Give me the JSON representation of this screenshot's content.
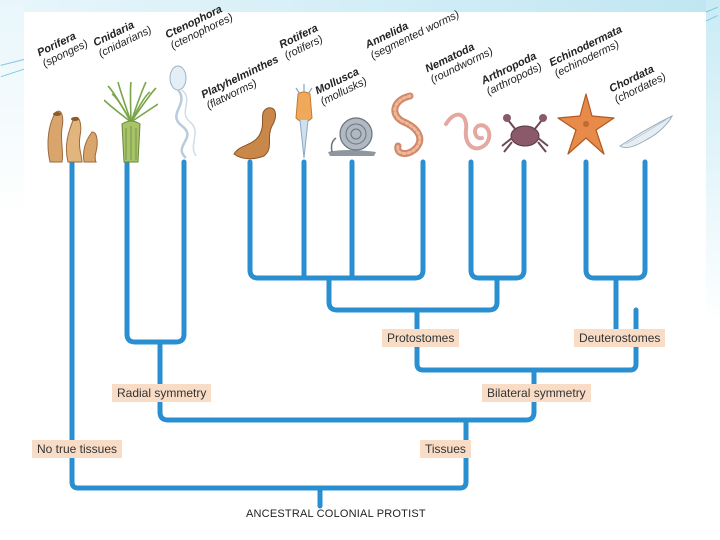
{
  "taxa": [
    {
      "name": "Porifera",
      "common": "(sponges)"
    },
    {
      "name": "Cnidaria",
      "common": "(cnidarians)"
    },
    {
      "name": "Ctenophora",
      "common": "(ctenophores)"
    },
    {
      "name": "Platyhelminthes",
      "common": "(flatworms)"
    },
    {
      "name": "Rotifera",
      "common": "(rotifers)"
    },
    {
      "name": "Mollusca",
      "common": "(mollusks)"
    },
    {
      "name": "Annelida",
      "common": "(segmented worms)"
    },
    {
      "name": "Nematoda",
      "common": "(roundworms)"
    },
    {
      "name": "Arthropoda",
      "common": "(arthropods)"
    },
    {
      "name": "Echinodermata",
      "common": "(echinoderms)"
    },
    {
      "name": "Chordata",
      "common": "(chordates)"
    }
  ],
  "nodes": {
    "protostomes": "Protostomes",
    "deuterostomes": "Deuterostomes",
    "radial_symmetry": "Radial symmetry",
    "bilateral_symmetry": "Bilateral symmetry",
    "no_true_tissues": "No true tissues",
    "tissues": "Tissues",
    "root": "ANCESTRAL COLONIAL PROTIST"
  },
  "colors": {
    "branch": "#2a8fd0",
    "label_bg": "#f8dcc6"
  }
}
